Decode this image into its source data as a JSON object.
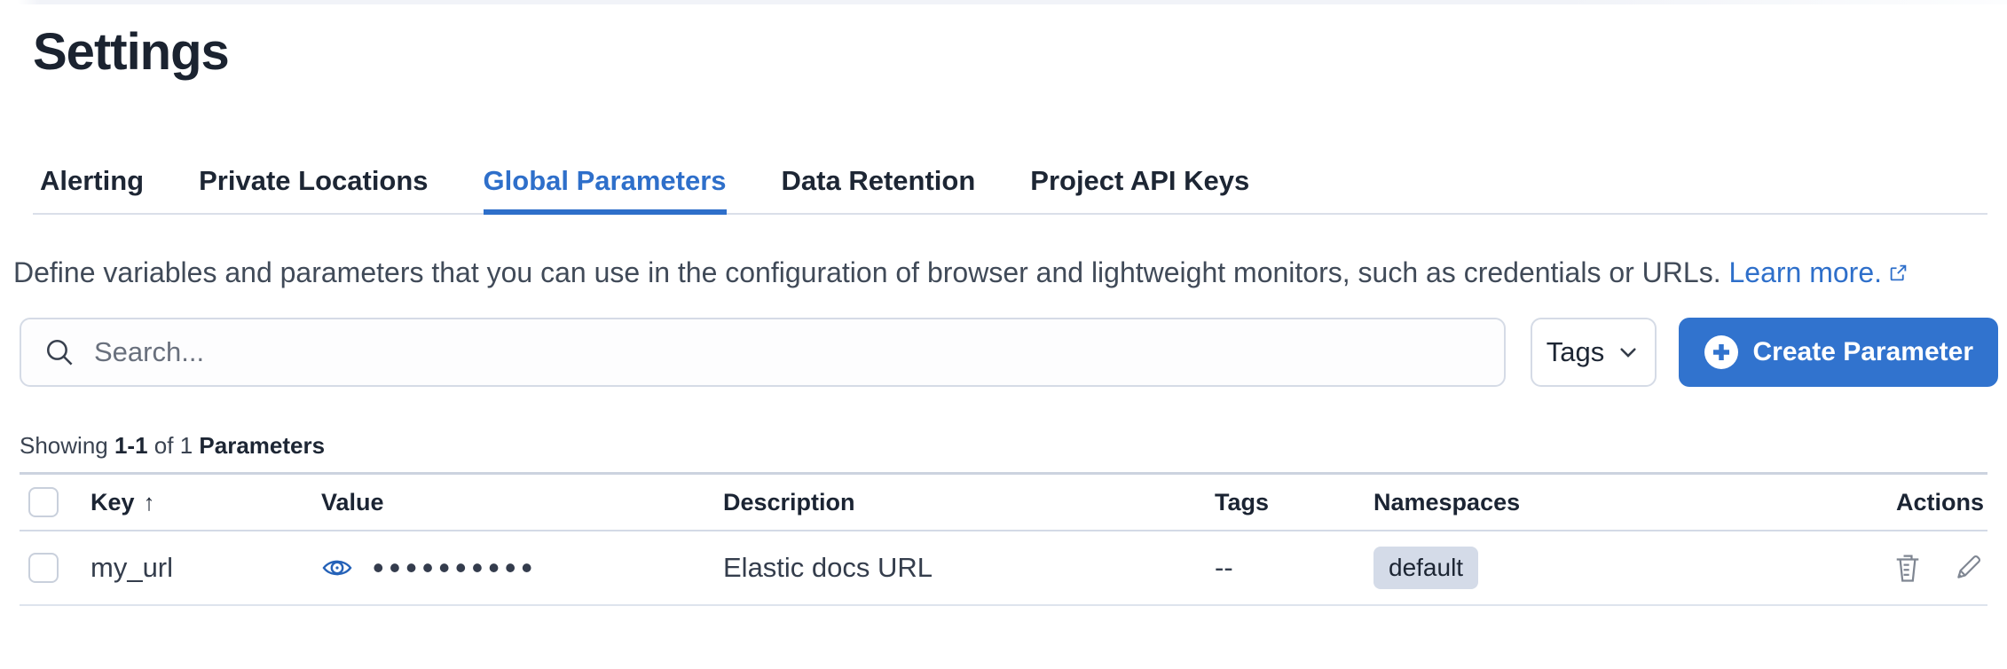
{
  "colors": {
    "accent": "#2e6fca",
    "button_fill": "#3173ce",
    "badge_background": "#d4dbe8",
    "divider": "#d3dae6",
    "action_icon_gray": "#7f8692"
  },
  "header": {
    "title": "Settings",
    "tabs": [
      {
        "label": "Alerting",
        "active": false
      },
      {
        "label": "Private Locations",
        "active": false
      },
      {
        "label": "Global Parameters",
        "active": true
      },
      {
        "label": "Data Retention",
        "active": false
      },
      {
        "label": "Project API Keys",
        "active": false
      }
    ]
  },
  "description": {
    "text": "Define variables and parameters that you can use in the configuration of browser and lightweight monitors, such as credentials or URLs.",
    "link_label": "Learn more.",
    "link_icon": "external-link-icon"
  },
  "toolbar": {
    "search_placeholder": "Search...",
    "search_icon": "search-icon",
    "tags_button_label": "Tags",
    "tags_button_icon": "chevron-down-icon",
    "create_button_label": "Create Parameter",
    "create_button_icon": "plus-in-circle-icon"
  },
  "summary": {
    "prefix": "Showing",
    "range": "1-1",
    "middle": "of",
    "total": "1",
    "entity": "Parameters"
  },
  "table": {
    "columns": {
      "key": "Key",
      "value": "Value",
      "description": "Description",
      "tags": "Tags",
      "namespaces": "Namespaces",
      "actions": "Actions"
    },
    "sort": {
      "column": "Key",
      "direction": "ascending",
      "arrow": "↑"
    },
    "rows": [
      {
        "key": "my_url",
        "value_masked": "••••••••••",
        "value_icon": "eye-icon",
        "description": "Elastic docs URL",
        "tags": "--",
        "namespace": "default",
        "actions": {
          "delete_icon": "trash-icon",
          "edit_icon": "pencil-icon"
        }
      }
    ]
  }
}
